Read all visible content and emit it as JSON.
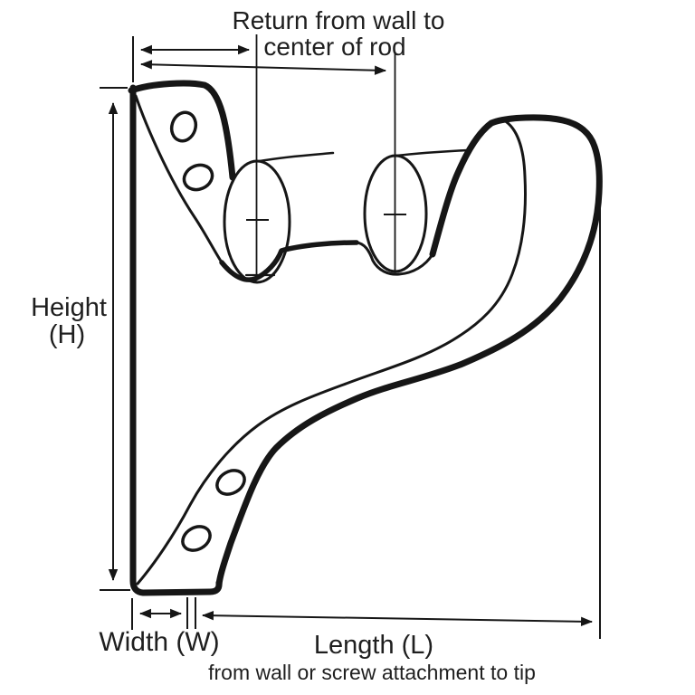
{
  "diagram": {
    "type": "bracket-dimension-diagram",
    "top_label_line1": "Return from wall to",
    "top_label_line2": "center of rod",
    "height_label_line1": "Height",
    "height_label_line2": "(H)",
    "width_label": "Width (W)",
    "length_label": "Length (L)",
    "length_sublabel": "from wall or screw attachment to tip",
    "dimensions_annotated": [
      "Return from wall to center of rod",
      "Height (H)",
      "Width (W)",
      "Length (L) from wall or screw attachment to tip"
    ]
  },
  "colors": {
    "ink": "#161616",
    "text": "#1f1f1f",
    "background": "#ffffff"
  }
}
